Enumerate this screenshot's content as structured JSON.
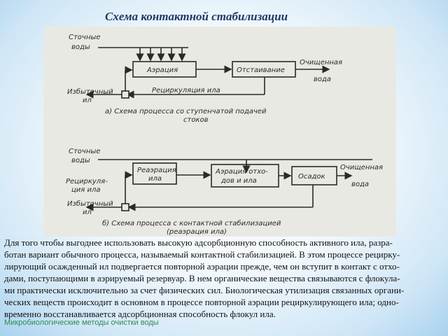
{
  "title": "Схема контактной стабилизации",
  "diagram_a": {
    "inflow_1": "Сточные",
    "inflow_2": "воды",
    "aeration": "Аэрация",
    "settling": "Отстаивание",
    "out_1": "Очищенная",
    "out_2": "вода",
    "excess_1": "Избыточный",
    "excess_2": "ил",
    "recirc": "Рециркуляция ила",
    "caption_1": "а) Схема процесса со ступенчатой подачей",
    "caption_2": "стоков"
  },
  "diagram_b": {
    "inflow_1": "Сточные",
    "inflow_2": "воды",
    "reaeration_1": "Реаэрация",
    "reaeration_2": "ила",
    "aeration_1": "Аэрация отхо-",
    "aeration_2": "дов и ила",
    "sediment": "Осадок",
    "out_1": "Очищенная",
    "out_2": "вода",
    "recirc_1": "Рециркуля-",
    "recirc_2": "ция ила",
    "excess_1": "Избыточный",
    "excess_2": "ил",
    "caption_1": "б) Схема процесса с контактной стабилизацией",
    "caption_2": "(реаэрация ила)"
  },
  "paragraph": [
    "Для того чтобы выгоднее использовать высокую адсорбционную способность активного ила, разра-",
    "ботан вариант обычного процесса, называемый контактной стабилизацией. В этом процессе рецирку-",
    "лирующий осажденный ил подвергается повторной аэрации прежде, чем он вступит в контакт с отхо-",
    "дами, поступающими в аэрируемый резервуар. В нем органические вещества связываются с флокула-",
    "ми практически исключительно за счет физических сил. Биологическая утилизация связанных органи-",
    "ческих веществ происходит в основном в процессе повторной аэрации рециркулирующего ила; одно-",
    "временно восстанавливается адсорбционная способность флокул ила."
  ],
  "footer": "Микробиологические методы очистки воды",
  "colors": {
    "title": "#1f3864",
    "footer": "#2e8b57",
    "scan_bg": "#e9e9e3"
  }
}
